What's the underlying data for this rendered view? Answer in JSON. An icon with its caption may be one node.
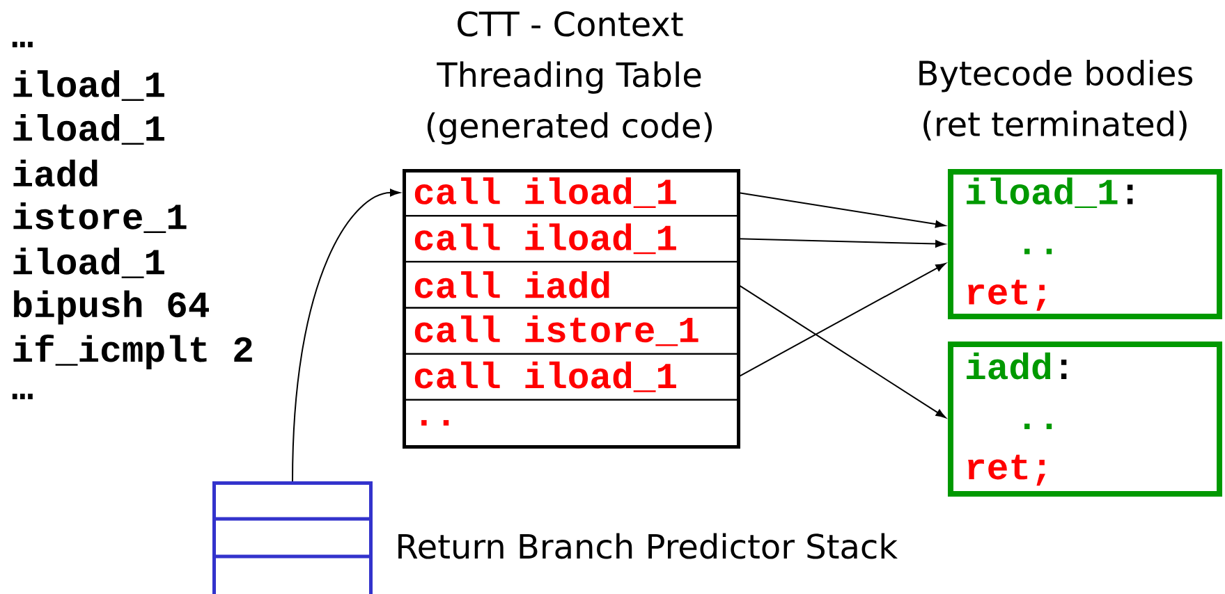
{
  "diagram": {
    "nodes": [
      {
        "text": [
          "CTT - Context Threading Table (generated code)"
        ]
      },
      {
        "text": [
          "call iload_1"
        ],
        "in": 0
      },
      {
        "text": [
          "call iload_1"
        ],
        "in": 0
      },
      {
        "text": [
          "call iadd"
        ],
        "in": 0
      },
      {
        "text": [
          "call istore_1"
        ],
        "in": 0
      },
      {
        "text": [
          "call iload_1"
        ],
        "in": 0
      },
      {
        "text": [
          ".."
        ],
        "in": 0
      },
      {
        "text": [
          "iload_1",
          ":",
          "..",
          "ret;"
        ]
      },
      {
        "text": [
          "iadd",
          ":",
          "..",
          "ret;"
        ]
      },
      {
        "text": [],
        "shape": "box",
        "beside": [
          "Return Branch Predictor Stack"
        ]
      }
    ],
    "edges": [
      {
        "from": 9,
        "to": 1,
        "arrow": "to"
      },
      {
        "from": 1,
        "to": 7,
        "arrow": "to"
      },
      {
        "from": 2,
        "to": 7,
        "arrow": "to"
      },
      {
        "from": 3,
        "to": 8,
        "arrow": "to"
      },
      {
        "from": 5,
        "to": 7,
        "arrow": "to"
      }
    ],
    "labels": [
      "…",
      "iload_1",
      "iload_1",
      "iadd",
      "istore_1",
      "iload_1",
      "bipush 64",
      "if_icmplt 2",
      "…",
      "Bytecode bodies (ret terminated)"
    ]
  }
}
